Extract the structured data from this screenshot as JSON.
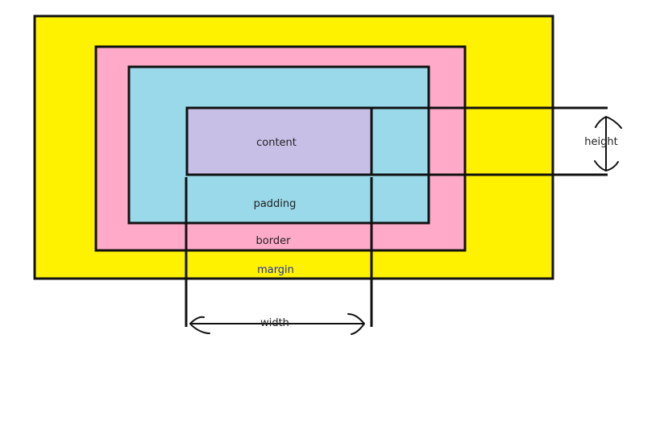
{
  "labels": {
    "content": "content",
    "padding": "padding",
    "border": "border",
    "margin": "margin",
    "width": "width",
    "height": "height"
  },
  "colors": {
    "margin": "#fff200",
    "border": "#ffaac9",
    "padding": "#99d9ea",
    "content": "#c8bfe7",
    "lines": "#111111",
    "margin_label": "#1f2fbf"
  }
}
